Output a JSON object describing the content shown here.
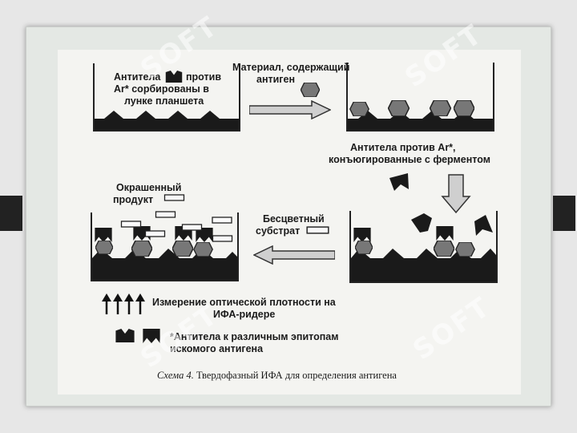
{
  "labels": {
    "antibody_line1": "Антитела",
    "antibody_line1b": "против",
    "antibody_line2": "Ar* сорбированы в",
    "antibody_line3": "лунке планшета",
    "material_line1": "Материал, содержащий",
    "material_line2": "антиген",
    "conj_line1": "Антитела против Ar*,",
    "conj_line2": "конъюгированные с ферментом",
    "colored_line1": "Окрашенный",
    "colored_line2": "продукт",
    "substrate_line1": "Бесцветный",
    "substrate_line2": "субстрат",
    "measure_line1": "Измерение оптической плотности на",
    "measure_line2": "ИФА-ридере",
    "legend_line1": "*Антитела к различным эпитопам",
    "legend_line2": "искомого антигена"
  },
  "caption": {
    "prefix": "Схема 4.",
    "text": " Твердофазный ИФА для определения антигена"
  },
  "watermark": "SOFT"
}
